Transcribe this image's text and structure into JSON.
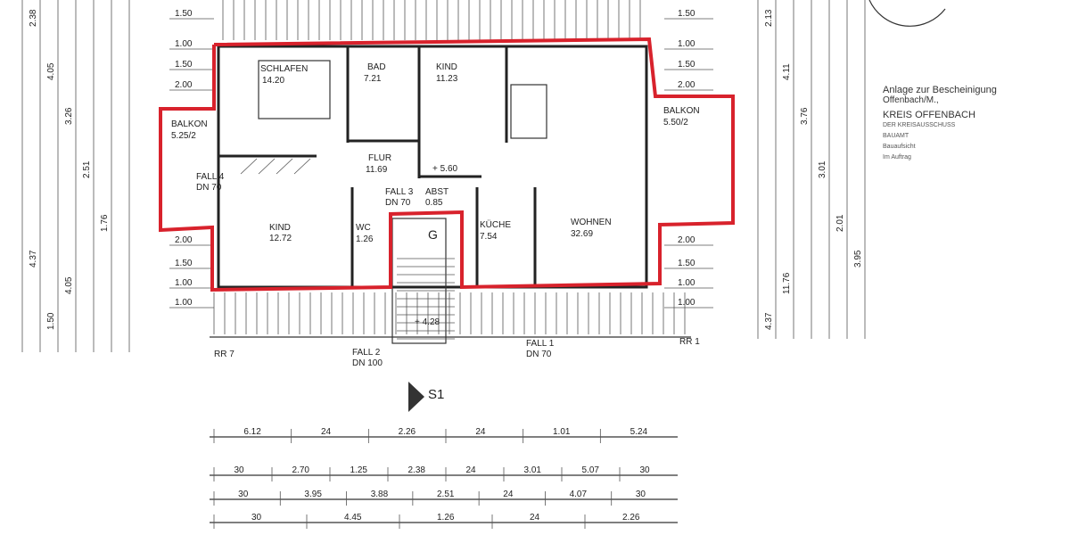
{
  "plan": {
    "outline_color": "#d8222c",
    "rooms": [
      {
        "name": "SCHLAFEN",
        "area": "14.20"
      },
      {
        "name": "BAD",
        "area": "7.21"
      },
      {
        "name": "KIND",
        "area": "11.23"
      },
      {
        "name": "BALKON",
        "area": "5.25/2"
      },
      {
        "name": "FLUR",
        "area": "11.69"
      },
      {
        "name": "KIND",
        "area": "12.72"
      },
      {
        "name": "WC",
        "area": "1.26"
      },
      {
        "name": "KÜCHE",
        "area": "7.54"
      },
      {
        "name": "WOHNEN",
        "area": "32.69"
      },
      {
        "name": "BALKON",
        "area": "5.50/2"
      },
      {
        "name": "ABST",
        "area": "0.85"
      }
    ],
    "labels": {
      "level_top": "+ 5.60",
      "level_bottom": "+ 4.28",
      "fall4": "FALL 4",
      "dn70a": "DN 70",
      "fall3": "FALL 3",
      "dn70b": "DN 70",
      "fall2": "FALL 2",
      "dn100": "DN 100",
      "fall1": "FALL 1",
      "dn70c": "DN 70",
      "rr7": "RR 7",
      "rr1": "RR 1",
      "section": "S1",
      "stair": "G"
    },
    "left_dims": [
      "1.50",
      "1.00",
      "1.50",
      "2.00",
      "2.00",
      "1.50",
      "1.00",
      "1.00"
    ],
    "right_dims": [
      "1.50",
      "1.00",
      "1.50",
      "2.00",
      "2.00",
      "1.50",
      "1.00",
      "1.00"
    ],
    "vert_dims_left": [
      "2.38",
      "4.05",
      "3.26",
      "2.51",
      "1.76",
      "4.37",
      "1.50",
      "4.05"
    ],
    "vert_dims_right": [
      "2.13",
      "4.11",
      "3.76",
      "3.01",
      "2.01",
      "3.95",
      "4.37",
      "11.76"
    ],
    "bottom_dims": [
      [
        "6.12",
        "24",
        "2.26",
        "24",
        "1.01",
        "5.24"
      ],
      [
        "30",
        "2.70",
        "1.25",
        "2.38",
        "24",
        "3.01",
        "5.07",
        "30"
      ],
      [
        "30",
        "3.95",
        "3.88",
        "2.51",
        "24",
        "4.07",
        "30"
      ],
      [
        "30",
        "4.45",
        "1.26",
        "24",
        "2.26"
      ]
    ]
  },
  "stamp_note": {
    "line1": "Anlage zur Bescheinigung",
    "line2": "Offenbach/M.,",
    "line3": "KREIS OFFENBACH",
    "line4": "DER KREISAUSSCHUSS",
    "line5": "BAUAMT",
    "line6": "Bauaufsicht",
    "line7": "Im Auftrag"
  }
}
